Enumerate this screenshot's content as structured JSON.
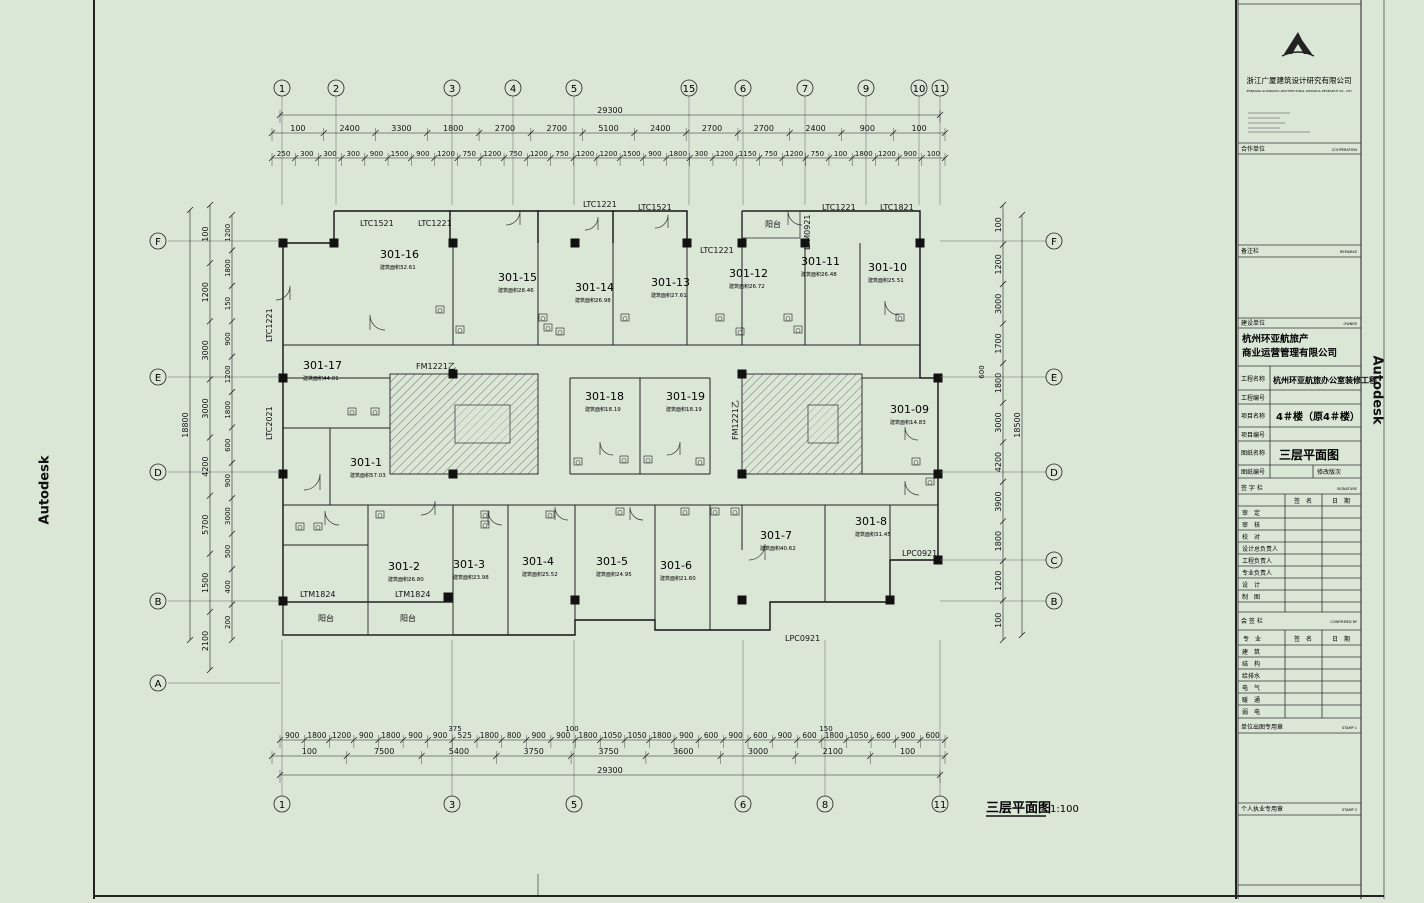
{
  "side_labels": {
    "left": "Autodesk",
    "right": "Autodesk"
  },
  "title_block": {
    "company_cn": "浙江广厦建筑设计研究有限公司",
    "company_en": "ZHEJIANG GUANGSHA ARCHITECTURAL DESIGN & RESEARCH CO., LTD",
    "cooperation_cn": "合作单位",
    "cooperation_en": "COOPERATION",
    "remarks_cn": "备注栏",
    "remarks_en": "REMARKS",
    "owner_cn": "建设单位",
    "owner_en": "OWNER",
    "owner_name_1": "杭州环亚航旅产",
    "owner_name_2": "商业运营管理有限公司",
    "project_name_label": "工程名称",
    "project_name": "杭州环亚航旅办公室装修工程",
    "project_no_label": "工程编号",
    "item_name_label": "项目名称",
    "item_name": "4＃楼（原4＃楼）",
    "item_no_label": "项目编号",
    "drawing_name_label": "图纸名称",
    "drawing_name": "三层平面图",
    "drawing_no_label": "图纸编号",
    "revision_label": "修改版次",
    "signature_cn": "签 字 栏",
    "signature_en": "SIGNATURE",
    "sign_col": "签　名",
    "date_col": "日　期",
    "roles": [
      "审　定",
      "审　核",
      "校　对",
      "设计总负责人",
      "工程负责人",
      "专业负责人",
      "设　计",
      "制　图"
    ],
    "confirmed_cn": "会 签 栏",
    "confirmed_en": "CONFIRMED BY",
    "discipline_col": "专　业",
    "disciplines": [
      "建　筑",
      "结　构",
      "给排水",
      "电　气",
      "暖　通",
      "弱　电"
    ],
    "stamp1_cn": "单位出图专用章",
    "stamp1_en": "STAMP 1",
    "stamp2_cn": "个人执业专用章",
    "stamp2_en": "STAMP 2"
  },
  "plan": {
    "title": "三层平面图",
    "scale": "1:100",
    "axes_top": [
      "1",
      "2",
      "3",
      "4",
      "5",
      "15",
      "6",
      "7",
      "9",
      "10",
      "11"
    ],
    "axes_bottom": [
      "1",
      "3",
      "5",
      "6",
      "8",
      "11"
    ],
    "axes_left": [
      "F",
      "E",
      "D",
      "B",
      "A"
    ],
    "axes_right": [
      "F",
      "E",
      "D",
      "C",
      "B"
    ],
    "total_top": "29300",
    "total_bottom": "29300",
    "dims_top_1": [
      "100",
      "2400",
      "3300",
      "1800",
      "2700",
      "2700",
      "5100",
      "2400",
      "2700",
      "2700",
      "2400",
      "900",
      "100"
    ],
    "dims_top_2": [
      "250",
      "300",
      "300",
      "300",
      "900",
      "1500",
      "900",
      "1200",
      "750",
      "1200",
      "750",
      "1200",
      "750",
      "1200",
      "1200",
      "1500",
      "900",
      "1800",
      "300",
      "1200",
      "1150",
      "750",
      "1200",
      "750",
      "100",
      "1800",
      "1200",
      "900",
      "100"
    ],
    "dims_bottom_1": [
      "900",
      "1800",
      "1200",
      "900",
      "1800",
      "900",
      "900",
      "525",
      "1800",
      "800",
      "900",
      "900",
      "1800",
      "1050",
      "1050",
      "1800",
      "900",
      "600",
      "900",
      "600",
      "900",
      "600",
      "1800",
      "1050",
      "600",
      "900",
      "600"
    ],
    "dims_bottom_2": [
      "100",
      "7500",
      "5400",
      "3750",
      "3750",
      "3600",
      "3000",
      "2100",
      "100"
    ],
    "dims_bottom_extra": [
      "375",
      "100",
      "150"
    ],
    "dims_left_1": [
      "100",
      "1200",
      "3000",
      "3000",
      "4200",
      "5700",
      "1500",
      "2100"
    ],
    "dims_left_2": [
      "1200",
      "1800",
      "150",
      "900",
      "1200",
      "1800",
      "600",
      "900",
      "3000",
      "500",
      "400",
      "200"
    ],
    "left_total": "18800",
    "dims_right_1": [
      "100",
      "1200",
      "3000",
      "1700",
      "1800",
      "3000",
      "4200",
      "3900",
      "1800",
      "1200",
      "100"
    ],
    "dims_right_extra": [
      "600"
    ],
    "right_total": "18500",
    "windows": [
      "LTC1521",
      "LTC1221",
      "LTC1221",
      "LTC1521",
      "LTC1221",
      "LTC1221",
      "LTC1821",
      "LTM0921",
      "LTC1221",
      "LTC2021",
      "LTM1824",
      "LTM1824",
      "LPC0921",
      "LPC0921"
    ],
    "doors": [
      "FM1221乙",
      "FM1221乙"
    ],
    "balconies": [
      "阳台",
      "阳台",
      "阳台"
    ],
    "area_label": "建筑面积:",
    "rooms": [
      {
        "name": "301-16",
        "area": "32.61"
      },
      {
        "name": "301-15",
        "area": "28.46"
      },
      {
        "name": "301-14",
        "area": "26.98"
      },
      {
        "name": "301-13",
        "area": "27.61"
      },
      {
        "name": "301-12",
        "area": "26.72"
      },
      {
        "name": "301-11",
        "area": "26.48"
      },
      {
        "name": "301-10",
        "area": "25.51"
      },
      {
        "name": "301-17",
        "area": "44.01"
      },
      {
        "name": "301-18",
        "area": "18.19"
      },
      {
        "name": "301-19",
        "area": "18.19"
      },
      {
        "name": "301-09",
        "area": "14.83"
      },
      {
        "name": "301-1",
        "area": "57.03"
      },
      {
        "name": "301-2",
        "area": "26.80"
      },
      {
        "name": "301-3",
        "area": "23.98"
      },
      {
        "name": "301-4",
        "area": "25.52"
      },
      {
        "name": "301-5",
        "area": "24.95"
      },
      {
        "name": "301-6",
        "area": "21.60"
      },
      {
        "name": "301-7",
        "area": "40.62"
      },
      {
        "name": "301-8",
        "area": "31.45"
      }
    ]
  }
}
